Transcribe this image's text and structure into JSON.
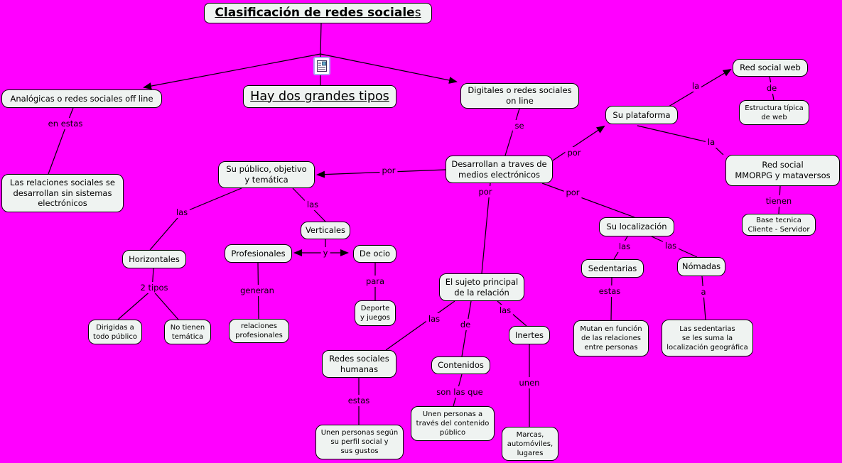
{
  "colors": {
    "background": "#ff00ff",
    "node_fill": "#eff3f1",
    "node_border": "#000000",
    "line_color": "#000000",
    "resource_icon_border": "#a9a9ef"
  },
  "title": {
    "main": "Clasificación de redes sociale",
    "suffix": "s"
  },
  "nodes": {
    "hay_dos": "Hay dos grandes tipos",
    "analogicas": "Analógicas o redes sociales off line",
    "relaciones_sin": "Las relaciones sociales se\ndesarrollan sin sistemas\nelectrónicos",
    "digitales": "Digitales o redes sociales\non line",
    "su_plataforma": "Su plataforma",
    "red_social_web": "Red social web",
    "estructura": "Estructura típica\nde web",
    "mmorpg": "Red social\nMMORPG y mataversos",
    "base_tecnica": "Base tecnica\nCliente - Servidor",
    "desarrollan": "Desarrollan a traves de\nmedios electrónicos",
    "su_publico": "Su público, objetivo\ny temática",
    "verticales": "Verticales",
    "horizontales": "Horizontales",
    "profesionales": "Profesionales",
    "de_ocio": "De ocio",
    "deporte": "Deporte\ny juegos",
    "dirigidas": "Dirigidas a\ntodo público",
    "no_tienen": "No tienen\ntemática",
    "relaciones_prof": "relaciones\nprofesionales",
    "el_sujeto": "El sujeto principal\nde la relación",
    "redes_humanas": "Redes sociales\nhumanas",
    "contenidos": "Contenidos",
    "inertes": "Inertes",
    "unen_perfil": "Unen personas según\nsu perfil social y\nsus gustos",
    "unen_contenido": "Unen personas a\ntravés del contenido\npúblico",
    "marcas": "Marcas,\nautomóviles,\nlugares",
    "su_localizacion": "Su localización",
    "sedentarias": "Sedentarias",
    "nomadas": "Nómadas",
    "mutan": "Mutan en función\nde las relaciones\nentre personas",
    "las_sedentarias": "Las sedentarias\nse les suma la\nlocalización geográfica"
  },
  "edge_labels": {
    "en_estas": "en estas",
    "se": "se",
    "por_publico": "por",
    "por_plataforma": "por",
    "por_sujeto": "por",
    "por_localizacion": "por",
    "la_web": "la",
    "de_web": "de",
    "la_mmorpg": "la",
    "tienen": "tienen",
    "las_horizontales": "las",
    "las_verticales": "las",
    "y": "y",
    "dos_tipos": "2 tipos",
    "generan": "generan",
    "para": "para",
    "las_humanas": "las",
    "de_contenidos": "de",
    "las_inertes": "las",
    "estas_humanas": "estas",
    "son_las_que": "son las que",
    "unen": "unen",
    "las_sedentarias": "las",
    "las_nomadas": "las",
    "estas_sedentarias": "estas",
    "a": "a"
  },
  "icon": {
    "name": "resource-document-icon"
  }
}
